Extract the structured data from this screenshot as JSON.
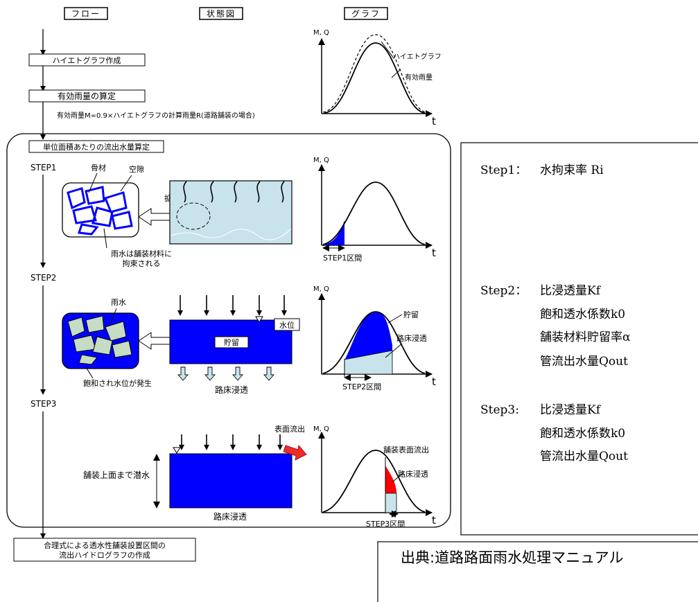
{
  "headers": {
    "flow": "フロー",
    "state": "状態図",
    "graph": "グラフ"
  },
  "flow": {
    "hyetograph": "ハイエトグラフ作成",
    "effective": "有効雨量の算定",
    "effective_note": "有効雨量M=0.9×ハイエトグラフの計算雨量R(道路舗装の場合)",
    "unit": "単位面積あたりの流出水量算定",
    "step1": "STEP1",
    "step2": "STEP2",
    "step3": "STEP3",
    "final_line1": "合理式による透水性舗装設置区間の",
    "final_line2": "流出ハイドログラフの作成"
  },
  "state": {
    "aggregate": "骨材",
    "void": "空隙",
    "enlarge": "拡大",
    "rain_line1": "雨水は舗装材料に",
    "rain_line2": "拘束される",
    "rainwater": "雨水",
    "water_level": "水位",
    "storage": "貯留",
    "saturated": "飽和され水位が発生",
    "subgrade": "路床浸透",
    "submerged": "舗装上面まで潜水",
    "surface_runoff": "表面流出",
    "subgrade3": "路床浸透"
  },
  "graphs": {
    "axis_y": "M, Q",
    "axis_x": "t",
    "hyeto_label": "ハイエトグラフ",
    "effective_label": "有効雨量",
    "step1_range": "STEP1区間",
    "storage_label": "貯留",
    "infil_label": "路床浸透",
    "step2_range": "STEP2区間",
    "surface_label": "舗装表面流出",
    "infil3_label": "路床浸透",
    "step3_range": "STEP3区間"
  },
  "params": {
    "s1_key": "Step1：",
    "s1_v1": "水拘束率 Ri",
    "s2_key": "Step2：",
    "s2_v1": "比浸透量Kf",
    "s2_v2": "飽和透水係数k0",
    "s2_v3": "舗装材料貯留率α",
    "s2_v4": "管流出水量Qout",
    "s3_key": "Step3:",
    "s3_v1": "比浸透量Kf",
    "s3_v2": "飽和透水係数k0",
    "s3_v3": "管流出水量Qout"
  },
  "source": "出典:道路路面雨水処理マニュアル",
  "colors": {
    "blue": "#0000ff",
    "light_blue": "#c9e3ec",
    "aggregate_fill": "#c5dcc5",
    "red": "#ff0000",
    "surface_arrow": "#ef2a2a"
  }
}
